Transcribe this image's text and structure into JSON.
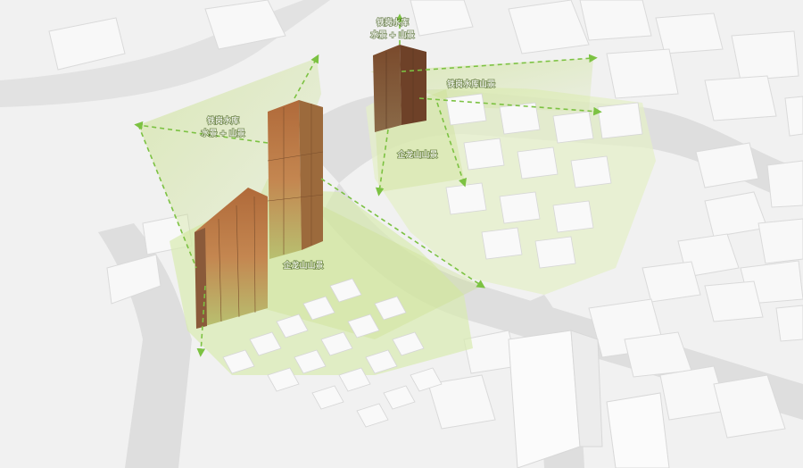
{
  "colors": {
    "background": "#f1f1f1",
    "road": "#dcdcdc",
    "block": "#f6f6f6",
    "green_zone": "#b9d77a",
    "sightline": "#7cc242",
    "tower_brown": "#8a5a3a",
    "tower_orange": "#c07a45"
  },
  "labels": {
    "north_tower": [
      "铁岗水库",
      "水景 + 山景"
    ],
    "west_upper": [
      "铁岗水库",
      "水景 + 山景"
    ],
    "east_upper": [
      "铁岗水库山景"
    ],
    "east_lower": [
      "企龙山山景"
    ],
    "center": [
      "企龙山山景"
    ]
  },
  "icons": {
    "sightline": "dashed-arrow-icon"
  }
}
